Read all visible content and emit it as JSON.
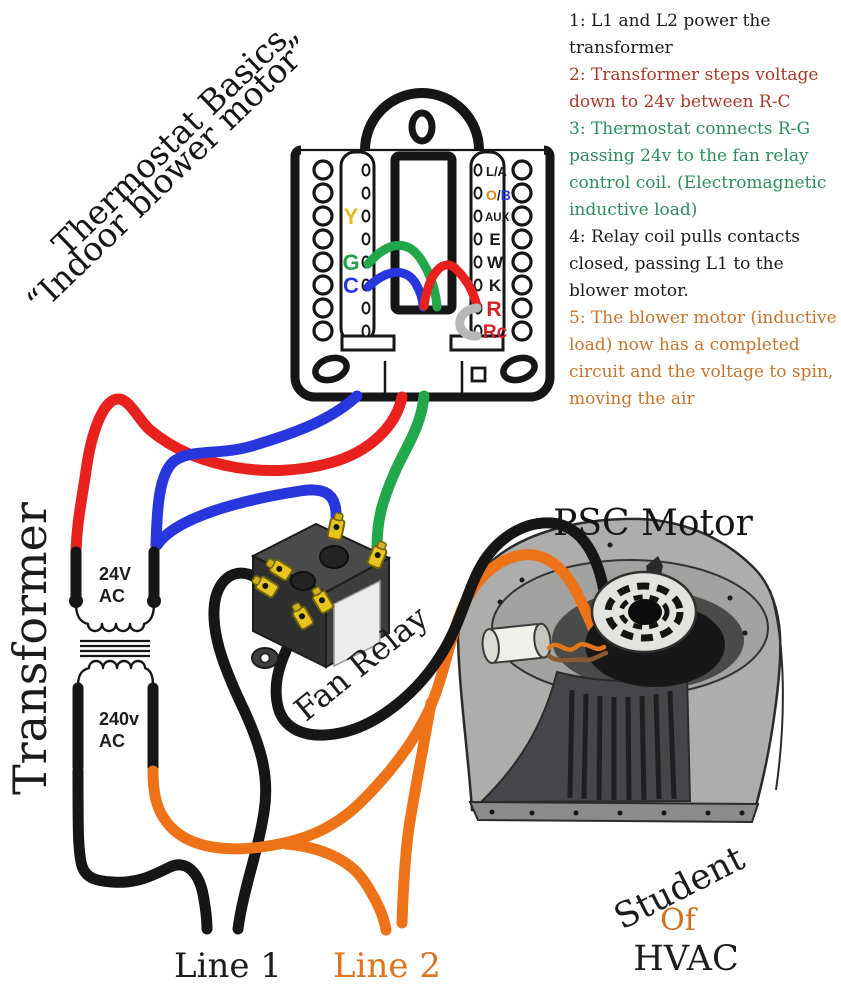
{
  "title": {
    "line1": "Thermostat Basics",
    "line2": "“Indoor blower motor”"
  },
  "steps": [
    {
      "text": "1: L1 and L2 power the transformer",
      "style": "color:#1b1b1b"
    },
    {
      "text": "2: Transformer steps voltage down to 24v between R-C",
      "style": "color:#a63a2c"
    },
    {
      "text": "3: Thermostat connects R-G passing 24v to the fan relay control coil.  (Electromagnetic inductive load)",
      "style": "color:#2e8b5c"
    },
    {
      "text": "4: Relay coil pulls contacts closed, passing L1 to the blower motor.",
      "style": "color:#1b1b1b"
    },
    {
      "text": "5: The blower motor (inductive load) now has a completed circuit and the voltage to spin, moving the air",
      "style": "color:#c3752c"
    }
  ],
  "thermostat": {
    "left_terminals": [
      {
        "label": "Y",
        "color": "#e9b921"
      },
      {
        "label": "G",
        "color": "#23a14a"
      },
      {
        "label": "C",
        "color": "#2837dd"
      }
    ],
    "right_terminals": {
      "la": "L/A",
      "ob_o": "O",
      "ob_slash": "/",
      "ob_b": "B",
      "aux": "AUX",
      "e": "E",
      "w": "W",
      "k": "K",
      "r": "R",
      "rc": "Rc"
    }
  },
  "transformer": {
    "label": "Transformer",
    "secondary_voltage": "24V",
    "secondary_unit": "AC",
    "primary_voltage": "240v",
    "primary_unit": "AC"
  },
  "relay": {
    "label": "Fan Relay"
  },
  "motor": {
    "label": "PSC Motor"
  },
  "power": {
    "line1": "Line 1",
    "line2": "Line 2"
  },
  "signature": {
    "word1": "Student",
    "word2": "Of",
    "word3": "HVAC"
  },
  "colors": {
    "red_wire": "#e8211f",
    "blue_wire": "#2837dd",
    "green_wire": "#22a84b",
    "orange_wire": "#ee7217",
    "black_wire": "#161616",
    "gray_jumper": "#b7b7b7",
    "label_red": "#d42027",
    "label_orange": "#e0821e",
    "label_yellow": "#e9b921",
    "label_green": "#23a14a",
    "label_blue": "#2837dd",
    "line2_label": "#e0731d",
    "of_label": "#cf6f1e",
    "text_black": "#1b1b1b"
  }
}
